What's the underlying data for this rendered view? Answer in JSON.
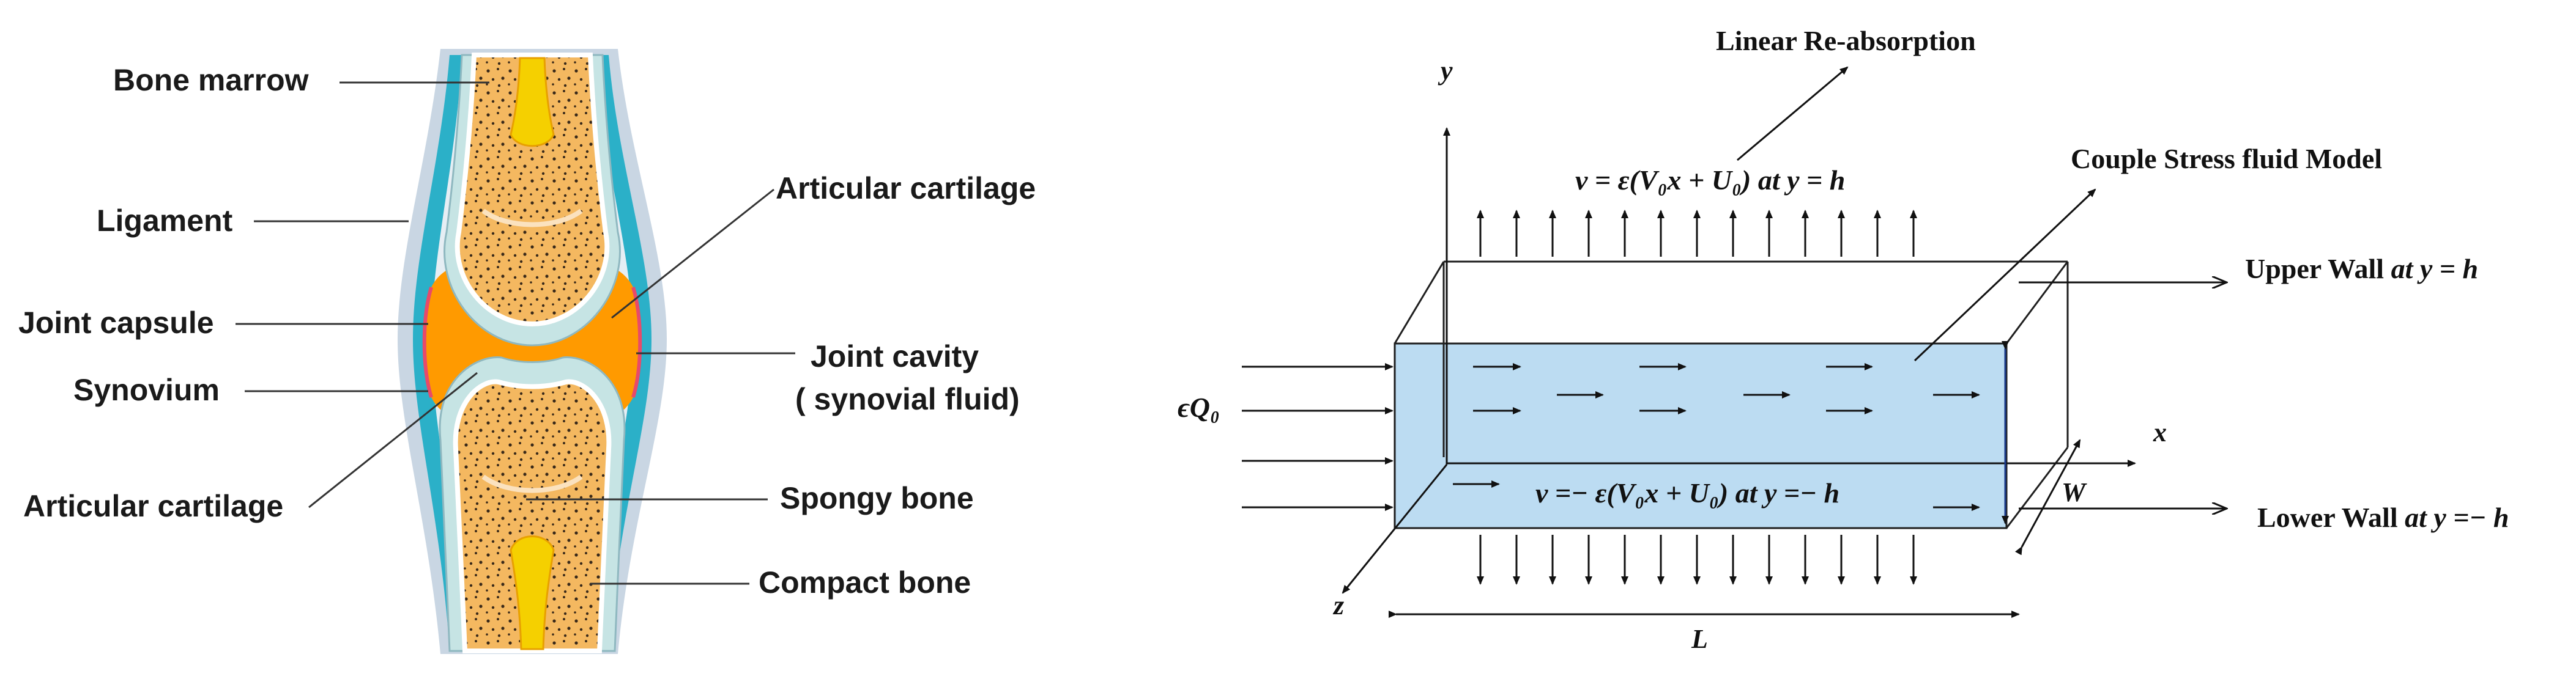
{
  "joint": {
    "labels": {
      "bone_marrow": "Bone marrow",
      "ligament": "Ligament",
      "joint_capsule": "Joint capsule",
      "synovium": "Synovium",
      "articular_cartilage_lower": "Articular cartilage",
      "articular_cartilage_upper": "Articular cartilage",
      "joint_cavity_line1": "Joint cavity",
      "joint_cavity_line2": "( synovial fluid)",
      "spongy_bone": "Spongy bone",
      "compact_bone": "Compact bone"
    },
    "colors": {
      "bone": "#f4b860",
      "marrow": "#f5d000",
      "cavity": "#ff9a00",
      "capsule": "#2bb0c8",
      "ligament": "#c9d6e3",
      "cartilage": "#c6e4e4",
      "synovium_edge": "#e84a6a"
    }
  },
  "channel": {
    "title_reabsorption": "Linear Re-absorption",
    "title_model": "Couple Stress fluid Model",
    "upper_velocity": "v = ε(V₀x + U₀)  at y = h",
    "lower_velocity": "v =− ε(V₀x + U₀) at y =− h",
    "upper_wall_prefix": "Upper Wall ",
    "upper_wall_eq": "at y = h",
    "lower_wall_prefix": "Lower Wall ",
    "lower_wall_eq": "at y =− h",
    "inflow": "ϵQ₀",
    "axis_x": "x",
    "axis_y": "y",
    "axis_z": "z",
    "length": "L",
    "width": "W",
    "colors": {
      "fluid": "#bcdcf2",
      "edge": "#1f1f1f"
    }
  }
}
